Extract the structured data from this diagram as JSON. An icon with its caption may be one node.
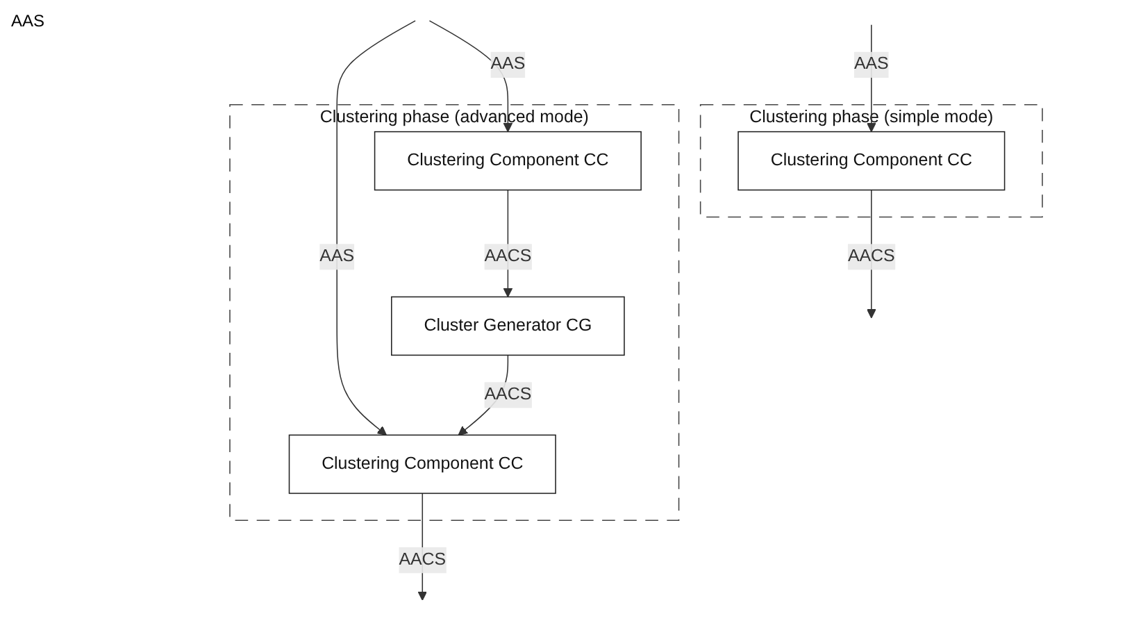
{
  "diagram": {
    "nodes": [
      {
        "text": [
          "Clustering phase (simple mode)"
        ]
      },
      {
        "text": [
          "Clustering Component CC"
        ],
        "in": 0
      },
      {
        "text": [
          "Clustering phase (advanced mode)"
        ]
      },
      {
        "text": [
          "Clustering Component CC"
        ],
        "in": 2
      },
      {
        "text": [
          "Cluster Generator CG"
        ],
        "in": 2
      },
      {
        "text": [
          "Clustering Component CC"
        ],
        "in": 2
      }
    ],
    "edges": [
      {
        "from": null,
        "to": 1,
        "arrow": "to",
        "label": "AAS"
      },
      {
        "from": 1,
        "to": null,
        "arrow": "to",
        "label": "AACS"
      },
      {
        "from": null,
        "to": 3,
        "arrow": "to",
        "label": "AAS"
      },
      {
        "from": null,
        "to": 5,
        "arrow": "to",
        "label": "AAS"
      },
      {
        "from": 3,
        "to": 4,
        "arrow": "to",
        "label": "AACS"
      },
      {
        "from": 4,
        "to": 5,
        "arrow": "to",
        "label": "AACS"
      },
      {
        "from": 5,
        "to": null,
        "arrow": "to",
        "label": "AACS"
      }
    ],
    "labels": [
      "AAS"
    ]
  }
}
